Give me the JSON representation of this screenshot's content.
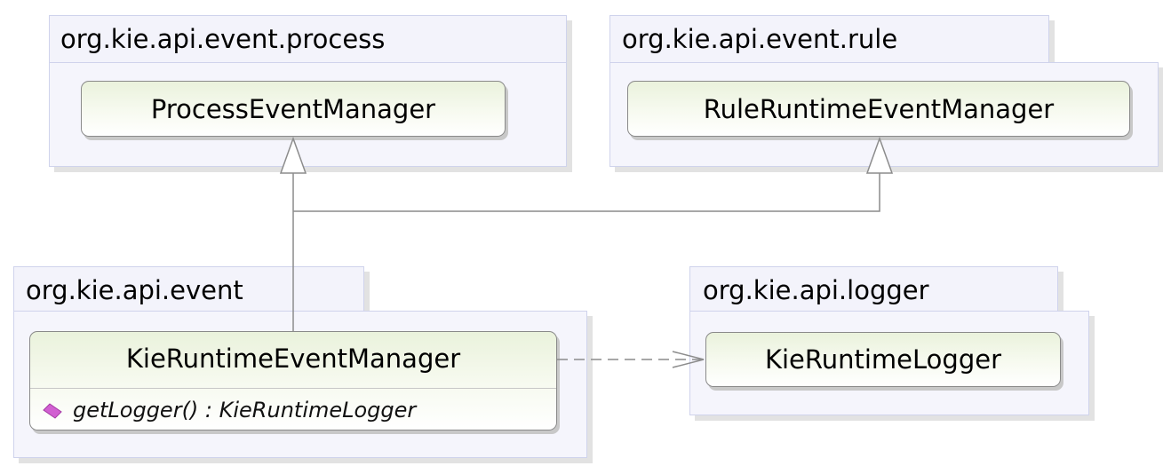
{
  "packages": [
    {
      "id": "process",
      "name": "org.kie.api.event.process"
    },
    {
      "id": "rule",
      "name": "org.kie.api.event.rule"
    },
    {
      "id": "event",
      "name": "org.kie.api.event"
    },
    {
      "id": "logger",
      "name": "org.kie.api.logger"
    }
  ],
  "classes": {
    "process_event_manager": {
      "name": "ProcessEventManager"
    },
    "rule_runtime_event_manager": {
      "name": "RuleRuntimeEventManager"
    },
    "kie_runtime_event_manager": {
      "name": "KieRuntimeEventManager",
      "methods": [
        {
          "signature": "getLogger() : KieRuntimeLogger",
          "icon": "abstract-method-icon",
          "icon_color": "#d15fd1"
        }
      ]
    },
    "kie_runtime_logger": {
      "name": "KieRuntimeLogger"
    }
  },
  "relations": [
    {
      "type": "realization",
      "from": "KieRuntimeEventManager",
      "to": "ProcessEventManager"
    },
    {
      "type": "realization",
      "from": "KieRuntimeEventManager",
      "to": "RuleRuntimeEventManager"
    },
    {
      "type": "dependency",
      "from": "KieRuntimeEventManager",
      "to": "KieRuntimeLogger"
    }
  ],
  "colors": {
    "package_fill": "#f5f5fc",
    "package_border": "#cfd3ec",
    "class_border": "#8a8a8a",
    "class_fill_top": "#eaf2dc",
    "connector": "#8c8c8c"
  }
}
